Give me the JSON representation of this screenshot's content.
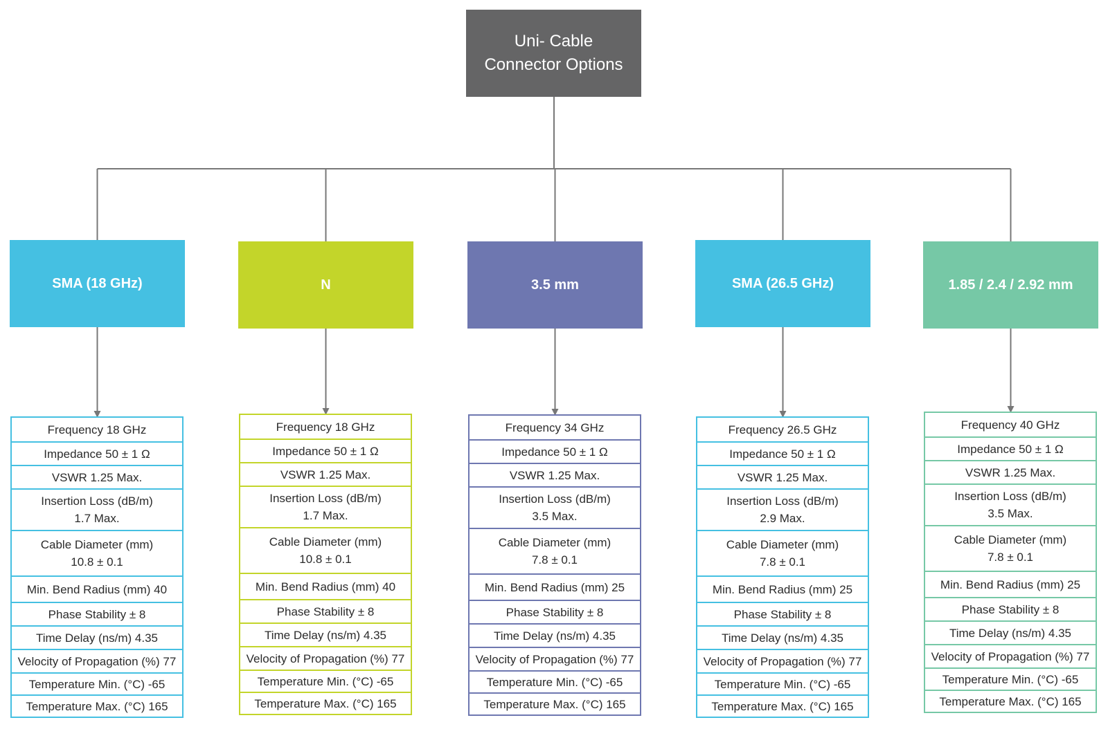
{
  "root": {
    "title": "Uni- Cable\nConnector Options",
    "color": "#656566"
  },
  "line_color": "#777777",
  "row_heights": [
    34,
    34,
    34,
    60,
    66,
    38,
    34,
    34,
    34,
    32,
    32
  ],
  "columns": [
    {
      "label": "SMA (18 GHz)",
      "color": "#45c0e2",
      "specs": [
        "Frequency 18 GHz",
        "Impedance 50 ± 1 Ω",
        "VSWR 1.25 Max.",
        "Insertion Loss (dB/m)\n1.7 Max.",
        "Cable Diameter (mm)\n10.8 ± 0.1",
        "Min. Bend Radius (mm) 40",
        "Phase Stability ± 8",
        "Time Delay (ns/m) 4.35",
        "Velocity of Propagation (%) 77",
        "Temperature Min. (°C) -65",
        "Temperature Max. (°C) 165"
      ]
    },
    {
      "label": "N",
      "color": "#c3d52a",
      "specs": [
        "Frequency 18 GHz",
        "Impedance 50 ± 1 Ω",
        "VSWR 1.25 Max.",
        "Insertion Loss (dB/m)\n1.7 Max.",
        "Cable Diameter (mm)\n10.8 ± 0.1",
        "Min. Bend Radius (mm) 40",
        "Phase Stability ± 8",
        "Time Delay (ns/m) 4.35",
        "Velocity of Propagation (%) 77",
        "Temperature Min. (°C) -65",
        "Temperature Max. (°C) 165"
      ]
    },
    {
      "label": "3.5 mm",
      "color": "#6e77b0",
      "specs": [
        "Frequency 34 GHz",
        "Impedance 50 ± 1 Ω",
        "VSWR 1.25 Max.",
        "Insertion Loss (dB/m)\n3.5 Max.",
        "Cable Diameter (mm)\n7.8 ± 0.1",
        "Min. Bend Radius (mm) 25",
        "Phase Stability ± 8",
        "Time Delay (ns/m) 4.35",
        "Velocity of Propagation (%) 77",
        "Temperature Min. (°C) -65",
        "Temperature Max. (°C) 165"
      ]
    },
    {
      "label": "SMA (26.5 GHz)",
      "color": "#45c0e2",
      "specs": [
        "Frequency 26.5 GHz",
        "Impedance 50 ± 1 Ω",
        "VSWR 1.25 Max.",
        "Insertion Loss (dB/m)\n2.9 Max.",
        "Cable Diameter (mm)\n7.8 ± 0.1",
        "Min. Bend Radius (mm) 25",
        "Phase Stability ± 8",
        "Time Delay (ns/m) 4.35",
        "Velocity of Propagation (%) 77",
        "Temperature Min. (°C) -65",
        "Temperature Max. (°C) 165"
      ]
    },
    {
      "label": "1.85 / 2.4 / 2.92 mm",
      "color": "#76c8a6",
      "specs": [
        "Frequency 40 GHz",
        "Impedance 50 ± 1 Ω",
        "VSWR 1.25 Max.",
        "Insertion Loss (dB/m)\n3.5 Max.",
        "Cable Diameter (mm)\n7.8 ± 0.1",
        "Min. Bend Radius (mm) 25",
        "Phase Stability ± 8",
        "Time Delay (ns/m) 4.35",
        "Velocity of Propagation (%) 77",
        "Temperature Min. (°C) -65",
        "Temperature Max. (°C) 165"
      ]
    }
  ]
}
